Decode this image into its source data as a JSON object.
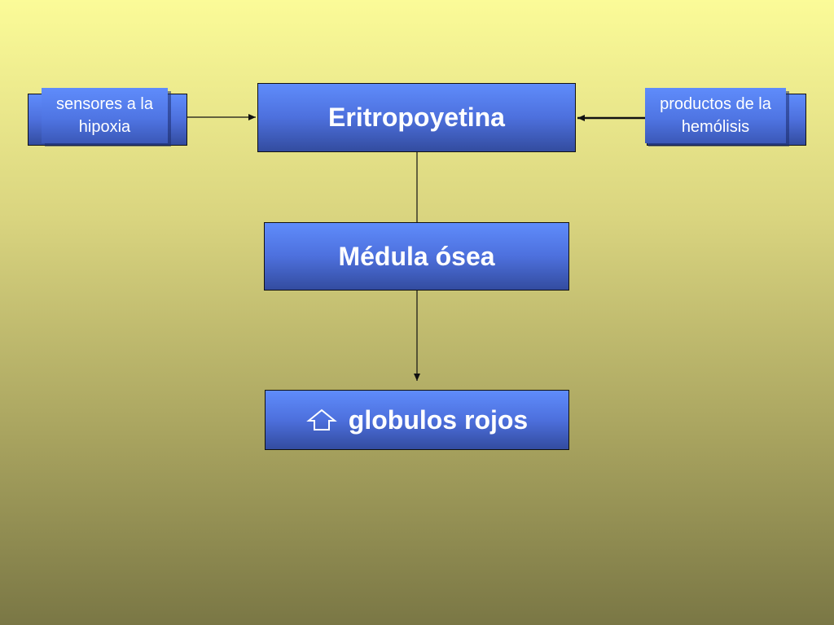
{
  "diagram": {
    "center_top": "Eritropoyetina",
    "center_middle": "Médula ósea",
    "center_bottom": "globulos rojos",
    "left_source": {
      "line1": "sensores a la",
      "line2": "hipoxia"
    },
    "right_source": {
      "line1": "productos de la",
      "line2": "hemólisis"
    },
    "bottom_icon": "up-arrow-outline-icon"
  },
  "colors": {
    "box_top": "#5f8cfb",
    "box_bottom": "#334c9f",
    "text": "#ffffff",
    "background_top": "#fbfb98",
    "background_bottom": "#7a7745",
    "line": "#111111"
  }
}
